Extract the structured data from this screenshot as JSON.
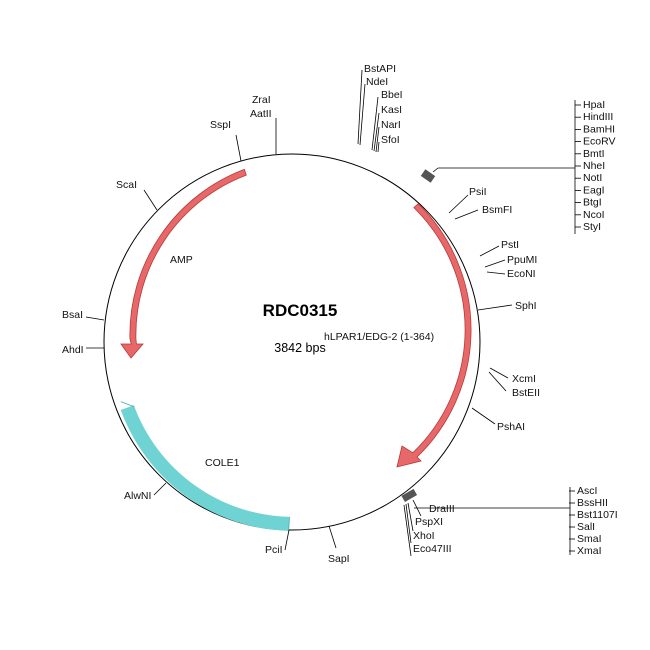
{
  "plasmid": {
    "name": "RDC0315",
    "size_label": "3842 bps"
  },
  "features": {
    "amp": {
      "label": "AMP",
      "color": "#e8686a"
    },
    "insert": {
      "label": "hLPAR1/EDG-2 (1-364)",
      "color": "#e8686a"
    },
    "cole1": {
      "label": "COLE1",
      "color": "#6fd3d3"
    }
  },
  "sites": {
    "bstapi": "BstAPI",
    "ndei": "NdeI",
    "bbei": "BbeI",
    "kasi": "KasI",
    "nari": "NarI",
    "sfoi": "SfoI",
    "zrai": "ZraI",
    "aatii": "AatII",
    "sspi": "SspI",
    "scai": "ScaI",
    "bsai": "BsaI",
    "ahdi": "AhdI",
    "alwni": "AlwNI",
    "pcii": "PciI",
    "sapi": "SapI",
    "psii": "PsiI",
    "bsmfi": "BsmFI",
    "psti": "PstI",
    "ppumi": "PpuMI",
    "econi": "EcoNI",
    "sphi": "SphI",
    "xcmi": "XcmI",
    "bsteii": "BstEII",
    "pshai": "PshAI",
    "draiii": "DraIII",
    "pspxi": "PspXI",
    "xhoi": "XhoI",
    "eco47iii": "Eco47III"
  },
  "mcs_top": [
    "HpaI",
    "HindIII",
    "BamHI",
    "EcoRV",
    "BmtI",
    "NheI",
    "NotI",
    "EagI",
    "BtgI",
    "NcoI",
    "StyI"
  ],
  "mcs_bottom": [
    "AscI",
    "BssHII",
    "Bst1107I",
    "SalI",
    "SmaI",
    "XmaI"
  ]
}
